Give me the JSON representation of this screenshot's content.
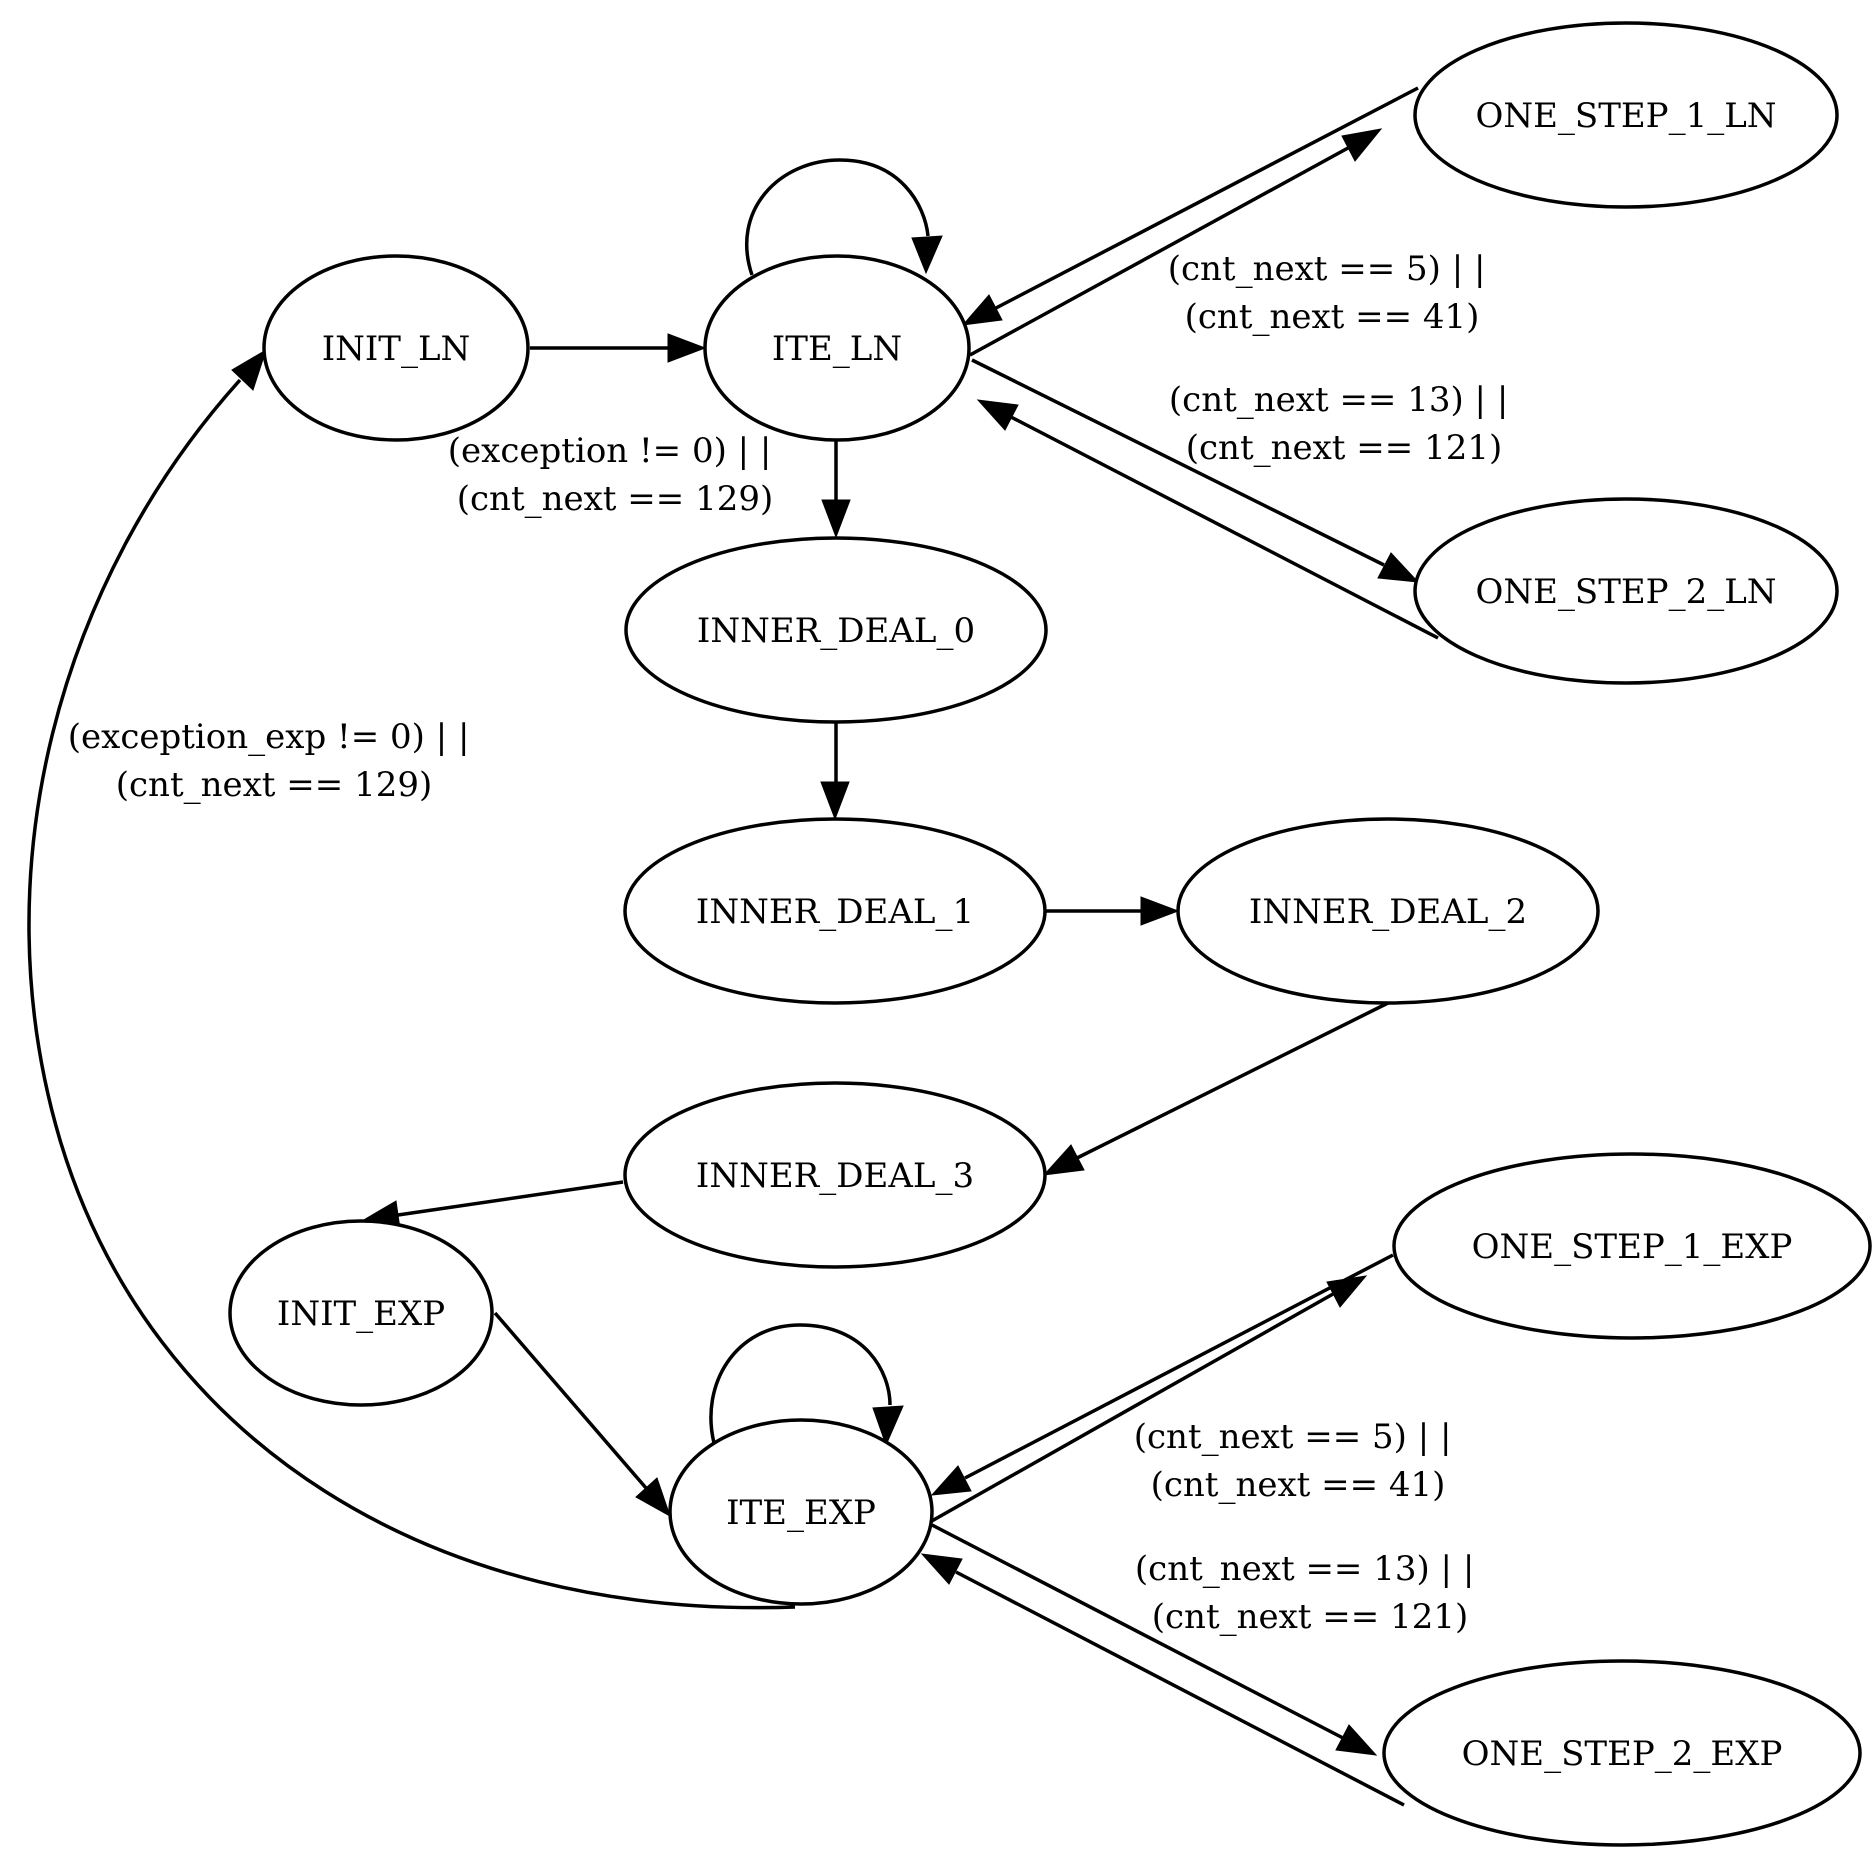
{
  "nodes": {
    "init_ln": "INIT_LN",
    "ite_ln": "ITE_LN",
    "one_step_1_ln": "ONE_STEP_1_LN",
    "one_step_2_ln": "ONE_STEP_2_LN",
    "inner_deal_0": "INNER_DEAL_0",
    "inner_deal_1": "INNER_DEAL_1",
    "inner_deal_2": "INNER_DEAL_2",
    "inner_deal_3": "INNER_DEAL_3",
    "init_exp": "INIT_EXP",
    "ite_exp": "ITE_EXP",
    "one_step_1_exp": "ONE_STEP_1_EXP",
    "one_step_2_exp": "ONE_STEP_2_EXP"
  },
  "edge_labels": {
    "ln_step1": [
      "(cnt_next == 5) | |",
      "(cnt_next == 41)"
    ],
    "ln_step2": [
      "(cnt_next == 13) | |",
      "(cnt_next == 121)"
    ],
    "ln_exit": [
      "(exception != 0) | |",
      "(cnt_next == 129)"
    ],
    "exp_exit": [
      "(exception_exp != 0) | |",
      "(cnt_next == 129)"
    ],
    "exp_step1": [
      "(cnt_next == 5) | |",
      "(cnt_next == 41)"
    ],
    "exp_step2": [
      "(cnt_next == 13) | |",
      "(cnt_next == 121)"
    ]
  }
}
